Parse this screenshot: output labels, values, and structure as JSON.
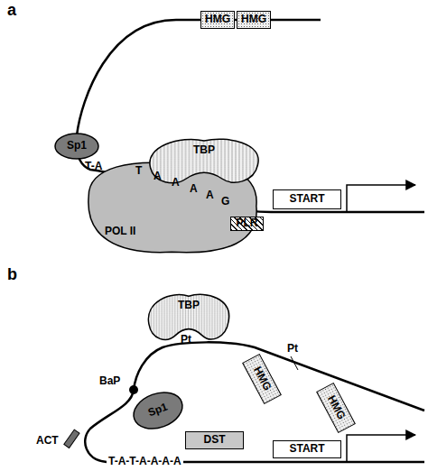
{
  "diagram": {
    "nodes": [
      {
        "text": [
          "HMG"
        ]
      },
      {
        "text": [
          "HMG"
        ]
      },
      {
        "text": [
          "Sp1"
        ]
      },
      {
        "text": [
          "TBP"
        ]
      },
      {
        "text": [
          "POL II"
        ]
      },
      {
        "text": [
          "PLR"
        ]
      },
      {
        "text": [
          "START"
        ]
      },
      {
        "text": [
          "TBP"
        ]
      },
      {
        "text": [
          "HMG"
        ]
      },
      {
        "text": [
          "HMG"
        ]
      },
      {
        "text": [
          "Sp1"
        ]
      },
      {
        "text": [
          "ACT"
        ]
      },
      {
        "text": [
          "DST"
        ]
      },
      {
        "text": [
          "START"
        ]
      }
    ],
    "labels": [
      "a",
      "T-A",
      "T",
      "A",
      "A",
      "A",
      "A",
      "G",
      "b",
      "Pt",
      "Pt",
      "BaP",
      "T-A-T-A-A-A-A"
    ]
  }
}
